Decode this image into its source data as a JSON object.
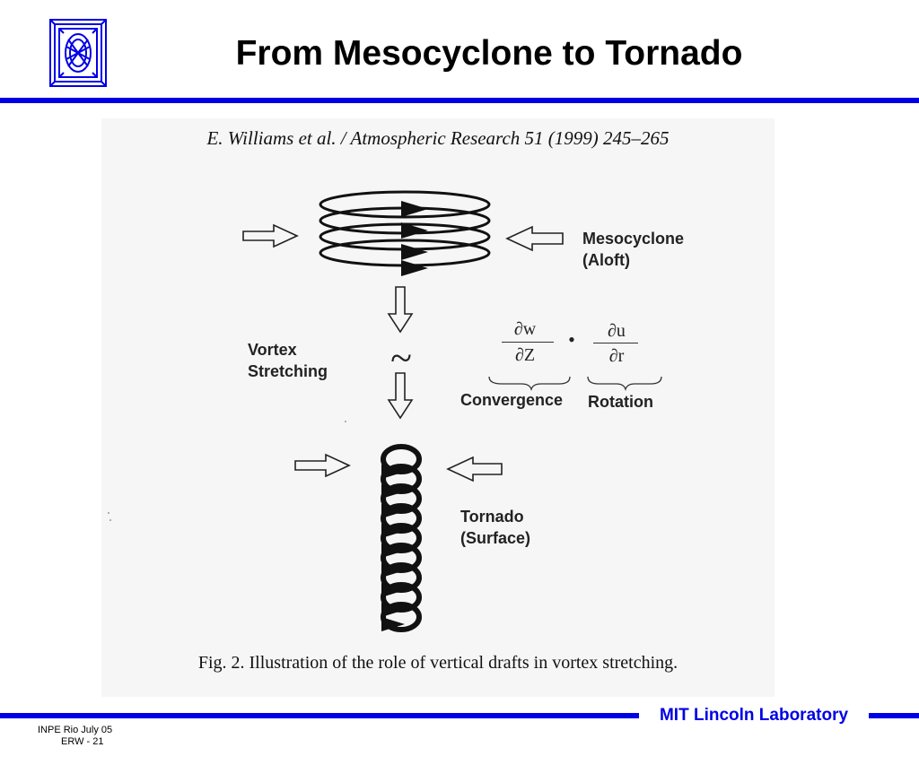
{
  "slide": {
    "title": "From Mesocyclone to Tornado"
  },
  "figure": {
    "citation": "E. Williams et al. / Atmospheric Research 51 (1999) 245–265",
    "labels": {
      "mesocyclone_line1": "Mesocyclone",
      "mesocyclone_line2": "(Aloft)",
      "vortex_line1": "Vortex",
      "vortex_line2": "Stretching",
      "tornado_line1": "Tornado",
      "tornado_line2": "(Surface)",
      "convergence": "Convergence",
      "rotation": "Rotation"
    },
    "equation": {
      "tilde": "~",
      "frac1_numerator": "∂w",
      "frac1_denominator": "∂Z",
      "dot": "•",
      "frac2_numerator": "∂u",
      "frac2_denominator": "∂r"
    },
    "caption": "Fig. 2. Illustration of the role of vertical drafts in vortex stretching."
  },
  "footer": {
    "organization": "MIT Lincoln Laboratory",
    "line1": "INPE Rio  July 05",
    "line2": "ERW - 21"
  },
  "colors": {
    "accent_blue": "#0000e6",
    "scan_background": "#f6f6f6",
    "ink": "#222222"
  },
  "icons": {
    "logo": "mit-ll-logo-icon"
  }
}
